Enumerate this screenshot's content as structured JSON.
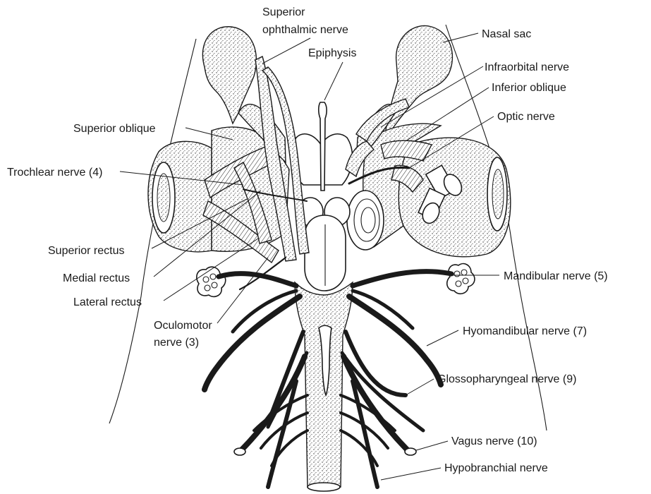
{
  "labels": {
    "superior_ophthalmic_nerve_1": "Superior",
    "superior_ophthalmic_nerve_2": "ophthalmic nerve",
    "epiphysis": "Epiphysis",
    "nasal_sac": "Nasal sac",
    "infraorbital_nerve": "Infraorbital nerve",
    "inferior_oblique": "Inferior oblique",
    "optic_nerve": "Optic nerve",
    "superior_oblique": "Superior oblique",
    "trochlear_nerve": "Trochlear nerve (4)",
    "superior_rectus": "Superior rectus",
    "medial_rectus": "Medial rectus",
    "lateral_rectus": "Lateral rectus",
    "oculomotor_nerve_1": "Oculomotor",
    "oculomotor_nerve_2": "nerve (3)",
    "mandibular_nerve": "Mandibular nerve (5)",
    "hyomandibular_nerve": "Hyomandibular nerve (7)",
    "glossopharyngeal_nerve": "Glossopharyngeal nerve (9)",
    "vagus_nerve": "Vagus nerve (10)",
    "hypobranchial_nerve": "Hypobranchial nerve"
  }
}
